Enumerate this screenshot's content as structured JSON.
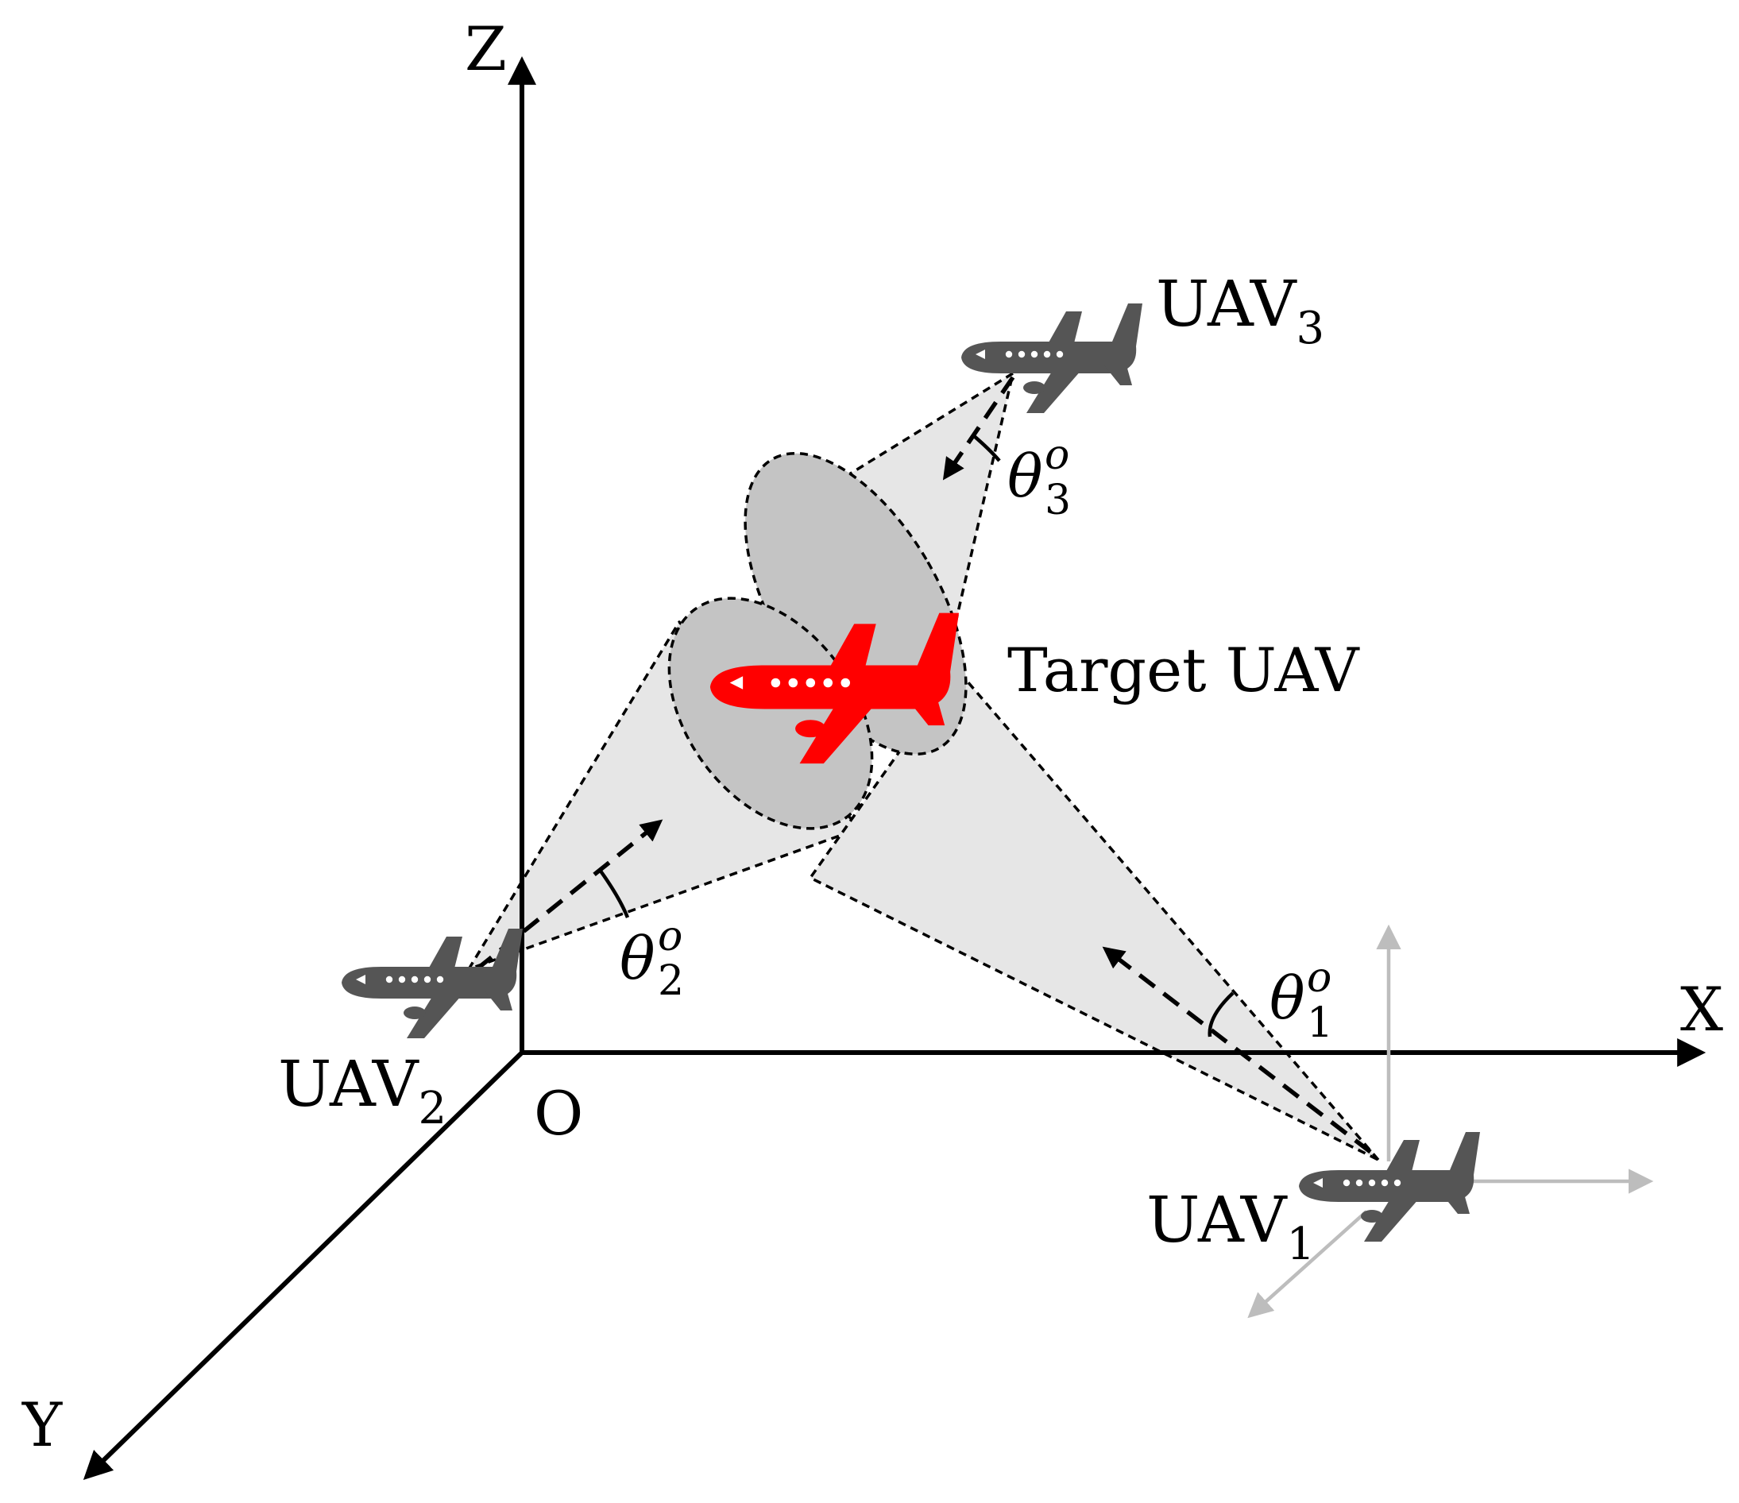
{
  "axes": {
    "x": "X",
    "y": "Y",
    "z": "Z",
    "origin": "O"
  },
  "uavs": [
    {
      "base": "UAV",
      "index": "1"
    },
    {
      "base": "UAV",
      "index": "2"
    },
    {
      "base": "UAV",
      "index": "3"
    }
  ],
  "target": {
    "label": "Target UAV"
  },
  "angles": [
    {
      "symbol": "θ",
      "sup": "o",
      "sub": "1"
    },
    {
      "symbol": "θ",
      "sup": "o",
      "sub": "2"
    },
    {
      "symbol": "θ",
      "sup": "o",
      "sub": "3"
    }
  ],
  "colors": {
    "target": "#ff0000",
    "uav": "#555555",
    "cone": "#e6e6e6",
    "ellipse": "#c4c4c4",
    "local_axes": "#bdbdbd",
    "ink": "#000000"
  }
}
